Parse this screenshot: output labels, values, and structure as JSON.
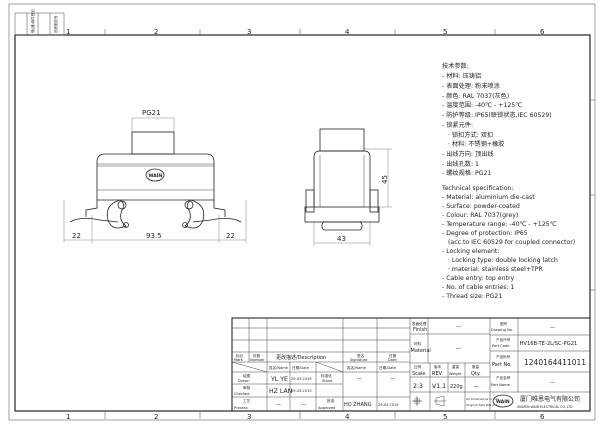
{
  "frame": {
    "column_numbers": [
      "1",
      "2",
      "3",
      "4",
      "5",
      "6"
    ],
    "corner_labels": [
      "借(通)用件登记",
      "旧底图总号"
    ]
  },
  "front_view": {
    "thread_label": "PG21",
    "logo_text": "WAIN",
    "dimensions": {
      "left": "22",
      "center": "93.5",
      "right": "22"
    }
  },
  "side_view": {
    "dimensions": {
      "height": "45",
      "width": "43"
    }
  },
  "spec_cn": {
    "title": "技术参数:",
    "items": [
      "- 材料: 压铸铝",
      "- 表面处理: 粉末喷涂",
      "- 颜色: RAL 7037(灰色)",
      "- 温度范围: -40℃ - +125℃",
      "- 防护等级: IP65(联锁状态,IEC 60529)",
      "- 锁紧元件:",
      "  · 锁扣方式: 双扣",
      "  · 材料: 不锈钢+橡胶",
      "- 出线方向: 顶出线",
      "- 出线孔数: 1",
      "- 螺纹规格: PG21"
    ]
  },
  "spec_en": {
    "title": "Technical specification:",
    "items": [
      "- Material: aluminium die-cast",
      "- Surface: powder-coated",
      "- Colour: RAL 7037(grey)",
      "- Temperature range: -40℃ - +125℃",
      "- Degree of protection: IP65",
      "  (acc.to IEC 60529 for coupled connector)",
      "- Locking element:",
      "  · Locking type: double locking latch",
      "  · material: stainless steel+TPR",
      "- Cable entry: top entry",
      "- No. of cable entries: 1",
      "- Thread size: PG21"
    ]
  },
  "title_block": {
    "mark_cn": "标记",
    "mark_en": "Mark",
    "number_cn": "处数",
    "number_en": "Number",
    "description": "更改描述/Description",
    "signature_cn": "签名",
    "signature_en": "Signature",
    "date_cn": "日期",
    "date_en": "Date",
    "name_hdr": "姓名/Name",
    "date_hdr": "日期/Date",
    "name_hdr2": "姓名/Name",
    "date_hdr2": "日期/Date",
    "drawn_cn": "绘图",
    "drawn_en": "Drawn",
    "drawn_name": "YL YE",
    "drawn_date": "29.03.2019",
    "stand_cn": "标准化",
    "stand_en": "Stand",
    "stand_name": "—",
    "stand_date": "—",
    "checked_cn": "审核",
    "checked_en": "Checked",
    "checked_name": "HZ LAN",
    "checked_date": "29.03.2019",
    "process_cn": "工艺",
    "process_en": "Process",
    "process_name": "—",
    "process_date": "—",
    "approved_cn": "批准",
    "approved_en": "Approved",
    "approved_name": "HQ ZHANG",
    "approved_date": "29.03.2019",
    "finish_cn": "表面处理",
    "finish_en": "Finish",
    "finish_value": "—",
    "material_cn": "材料",
    "material_en": "Material",
    "material_value": "—",
    "scale_cn": "比例",
    "scale_en": "Scale",
    "scale_value": "2:3",
    "rev_cn": "版本",
    "rev_en": "REV.",
    "rev_value": "V1.1",
    "weight_cn": "重量",
    "weight_en": "Weight",
    "weight_value": "220g",
    "qty_cn": "数量",
    "qty_en": "Qty.",
    "qty_value": "—",
    "units_note_1": "All Dimensions in mm",
    "units_note_2": "Original Size DIN A 4",
    "drawing_no_cn": "图号",
    "drawing_no_en": "Drawing No.",
    "drawing_no_value": "—",
    "part_code_cn": "产品代号",
    "part_code_en": "Part Code",
    "part_code_value": "HV16B-TE-2L/SC-PG21",
    "part_no_cn": "产品料号",
    "part_no_en": "Part No.",
    "part_no_value": "1240164411011",
    "part_name_cn": "产品名称",
    "part_name_en": "Part Name",
    "part_name_value": "—",
    "company_cn": "厦门唯恩电气有限公司",
    "company_en": "XIAMEN WAIN ELECTRICAL CO.,LTD",
    "logo_text": "WAIN"
  }
}
